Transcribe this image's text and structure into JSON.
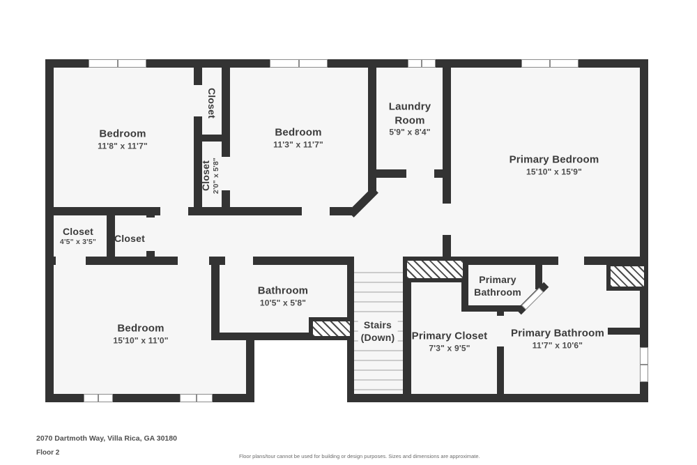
{
  "rooms": {
    "bedroom_top_left": {
      "name": "Bedroom",
      "dims": "11'8\" x 11'7\""
    },
    "closet_top": {
      "name": "Closet"
    },
    "closet_tall": {
      "name": "Closet",
      "dims": "2'0\" x 5'8\""
    },
    "bedroom_top_mid": {
      "name": "Bedroom",
      "dims": "11'3\" x 11'7\""
    },
    "laundry": {
      "name": "Laundry Room",
      "dims": "5'9\" x 8'4\""
    },
    "primary_bedroom": {
      "name": "Primary Bedroom",
      "dims": "15'10\" x 15'9\""
    },
    "closet_left": {
      "name": "Closet",
      "dims": "4'5\" x 3'5\""
    },
    "closet_mid": {
      "name": "Closet"
    },
    "bedroom_bottom": {
      "name": "Bedroom",
      "dims": "15'10\" x 11'0\""
    },
    "bathroom": {
      "name": "Bathroom",
      "dims": "10'5\" x 5'8\""
    },
    "stairs": {
      "name": "Stairs",
      "sub": "(Down)"
    },
    "primary_closet": {
      "name": "Primary Closet",
      "dims": "7'3\" x 9'5\""
    },
    "primary_wc": {
      "name": "Primary Bathroom"
    },
    "primary_bathroom": {
      "name": "Primary Bathroom",
      "dims": "11'7\" x 10'6\""
    }
  },
  "footer": {
    "address": "2070 Dartmoth Way, Villa Rica, GA 30180",
    "floor": "Floor 2",
    "disclaimer": "Floor plans/tour cannot be used for building or design purposes. Sizes and dimensions are approximate."
  },
  "colors": {
    "wall": "#333333",
    "floor": "#f6f6f6",
    "label": "#3b3b3b"
  }
}
